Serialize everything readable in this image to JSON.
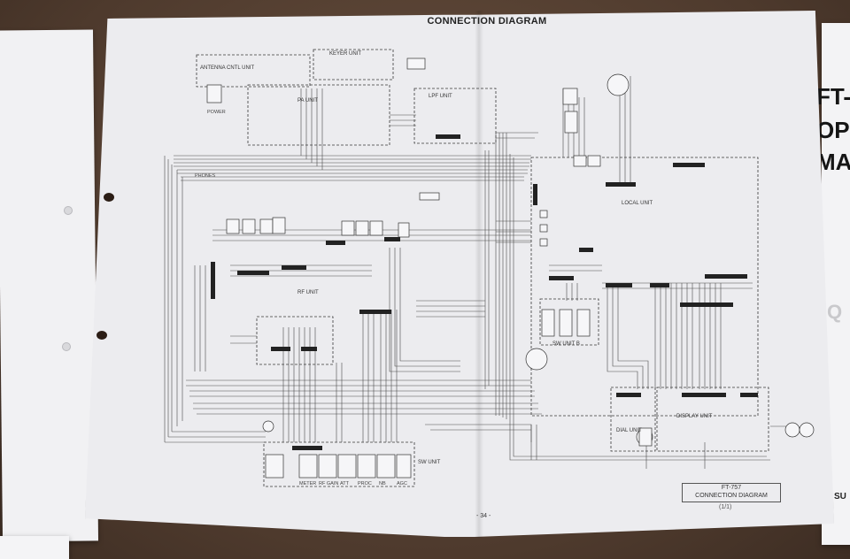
{
  "diagram": {
    "heading": "CONNECTION DIAGRAM",
    "units": [
      {
        "id": "antenna-ctrl",
        "label": "ANTENNA CNTL UNIT"
      },
      {
        "id": "keyer",
        "label": "KEYER UNIT"
      },
      {
        "id": "pa",
        "label": "PA UNIT"
      },
      {
        "id": "lpf",
        "label": "LPF UNIT"
      },
      {
        "id": "local",
        "label": "LOCAL UNIT"
      },
      {
        "id": "rf",
        "label": "RF UNIT"
      },
      {
        "id": "sw-b",
        "label": "SW UNIT B"
      },
      {
        "id": "dial",
        "label": "DIAL UNIT"
      },
      {
        "id": "display",
        "label": "DISPLAY UNIT"
      },
      {
        "id": "sw",
        "label": "SW UNIT"
      }
    ],
    "connector_labels": [
      "POWER",
      "PHONES",
      "METER",
      "RF GAIN",
      "ATT",
      "PROC",
      "NB",
      "AGC"
    ],
    "title_block": {
      "model": "FT-757",
      "caption": "CONNECTION DIAGRAM",
      "sub": "(1/1)"
    },
    "page_number": "- 34 -"
  },
  "adjacent_page": {
    "lines": [
      "FT-",
      "OPE",
      "MA"
    ],
    "faint": "Q",
    "bottom": "SU"
  },
  "colors": {
    "paper": "#ececef",
    "ink": "#3a3a3a",
    "table": "#5a4334"
  }
}
